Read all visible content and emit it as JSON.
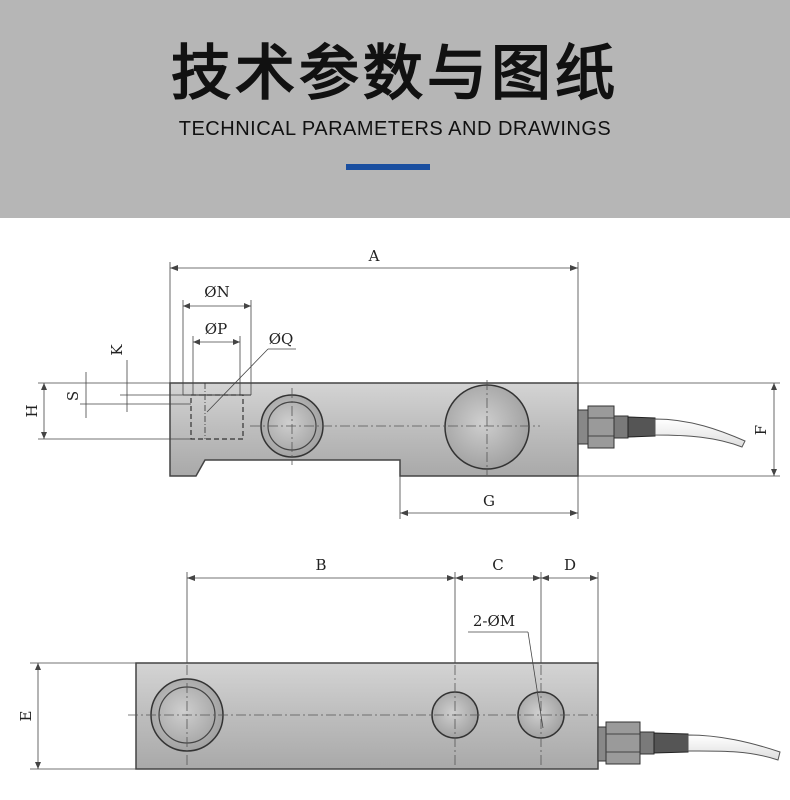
{
  "header": {
    "title_cn": "技术参数与图纸",
    "title_en": "TECHNICAL PARAMETERS AND DRAWINGS",
    "accent_color": "#1a4fa0"
  },
  "top_view": {
    "dims": {
      "A": "A",
      "N": "ØN",
      "P": "ØP",
      "Q": "ØQ",
      "K": "K",
      "S": "S",
      "H": "H",
      "G": "G",
      "F": "F"
    }
  },
  "bottom_view": {
    "dims": {
      "B": "B",
      "C": "C",
      "D": "D",
      "M": "2-ØM",
      "E": "E"
    }
  }
}
